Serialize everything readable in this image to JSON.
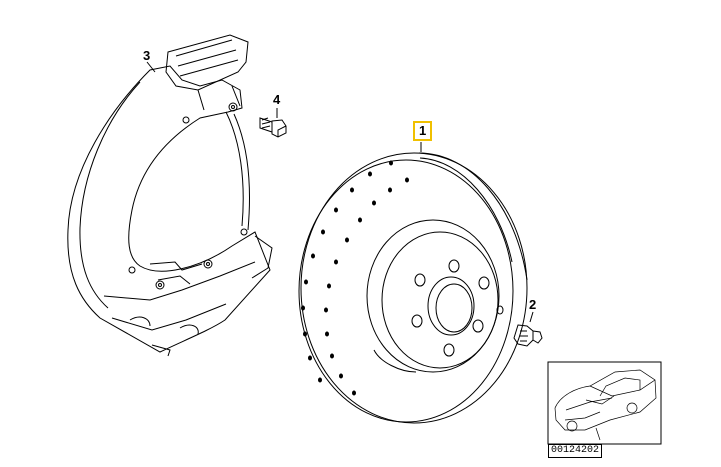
{
  "diagram": {
    "parts": [
      {
        "id": "brake-disc",
        "callout": "1",
        "selected": true
      },
      {
        "id": "disc-screw",
        "callout": "2",
        "selected": false
      },
      {
        "id": "dust-shield",
        "callout": "3",
        "selected": false
      },
      {
        "id": "shield-bolt",
        "callout": "4",
        "selected": false
      }
    ],
    "thumbnail": {
      "code": "00124202",
      "icon": "car-outline-icon"
    }
  },
  "colors": {
    "line": "#000000",
    "highlight": "#f0c000",
    "background": "#ffffff"
  }
}
